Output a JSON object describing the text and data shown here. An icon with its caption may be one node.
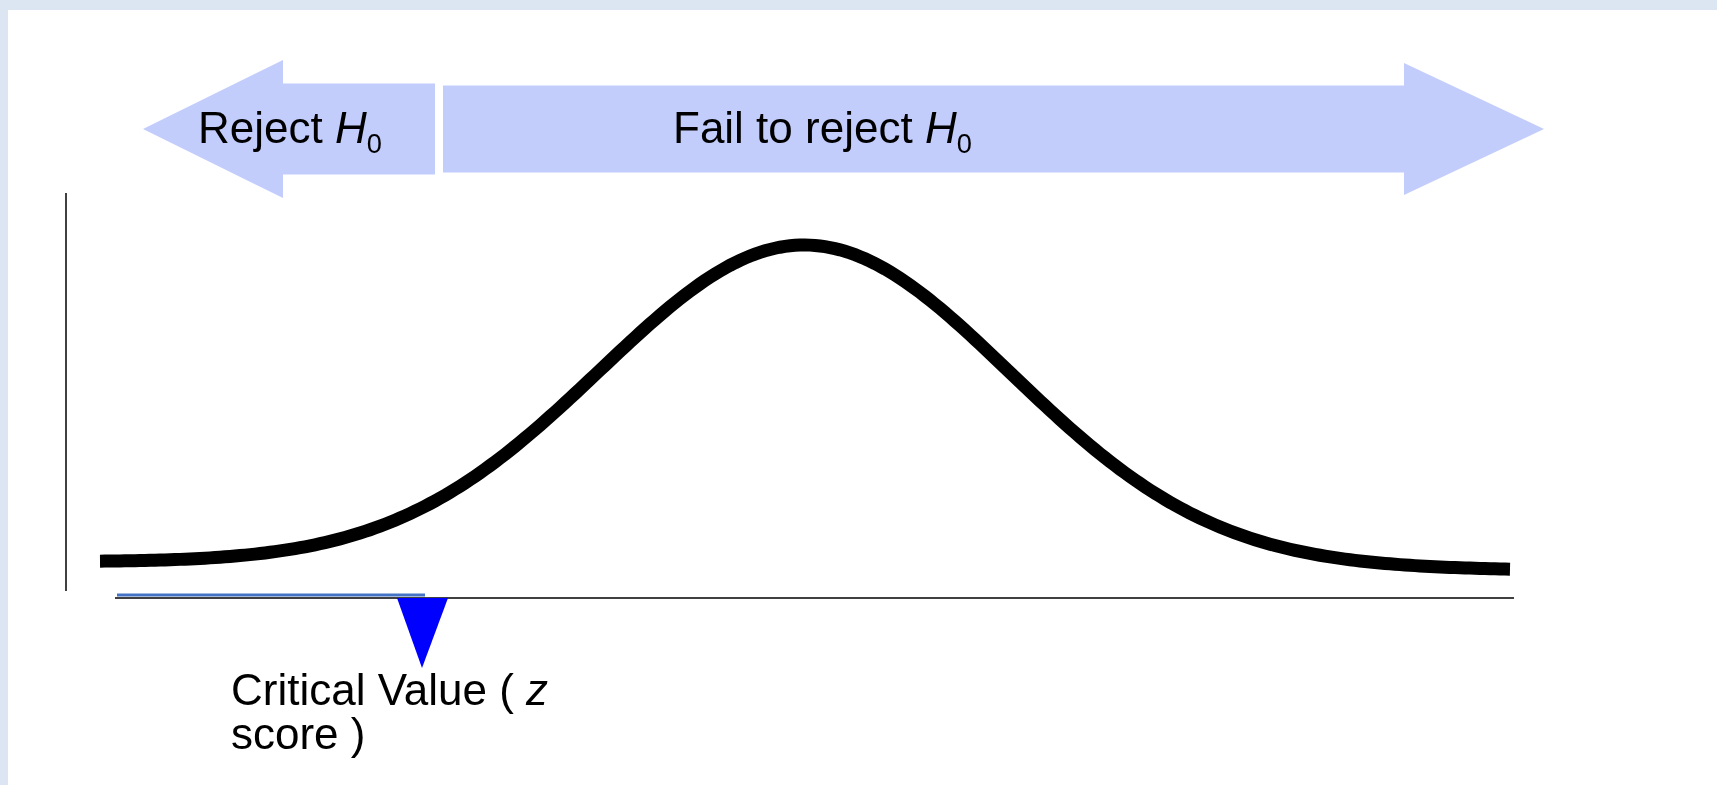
{
  "diagram": {
    "nodes": [
      {
        "text": [
          "Reject *H*$_{0}$"
        ]
      },
      {
        "text": [
          "Fail to reject *H*$_{0}$"
        ]
      }
    ],
    "labels": [
      "Critical Value ( *z* score )"
    ]
  }
}
